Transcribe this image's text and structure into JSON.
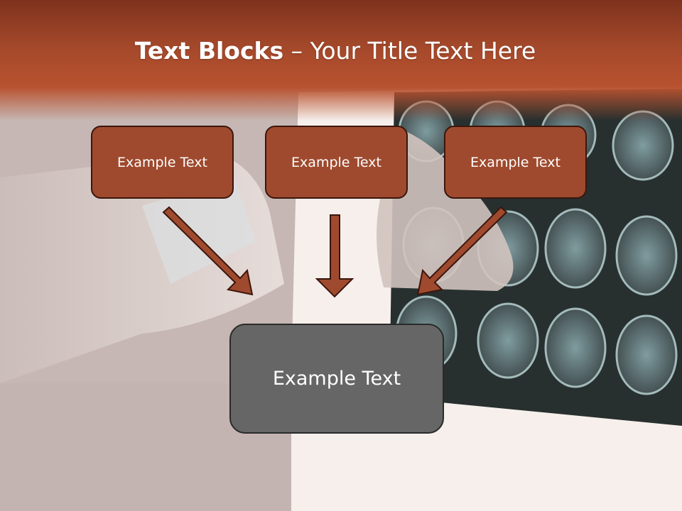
{
  "slide": {
    "title_bold": "Text Blocks",
    "title_rest": " – Your Title Text Here"
  },
  "blocks": [
    {
      "text": "Example Text"
    },
    {
      "text": "Example Text"
    },
    {
      "text": "Example Text"
    }
  ],
  "target_block": {
    "text": "Example Text"
  },
  "colors": {
    "header": "#a5492b",
    "block_fill": "#9f4a2e",
    "block_border": "#3b160c",
    "target_fill": "#666666",
    "arrow": "#9f4a2e"
  }
}
